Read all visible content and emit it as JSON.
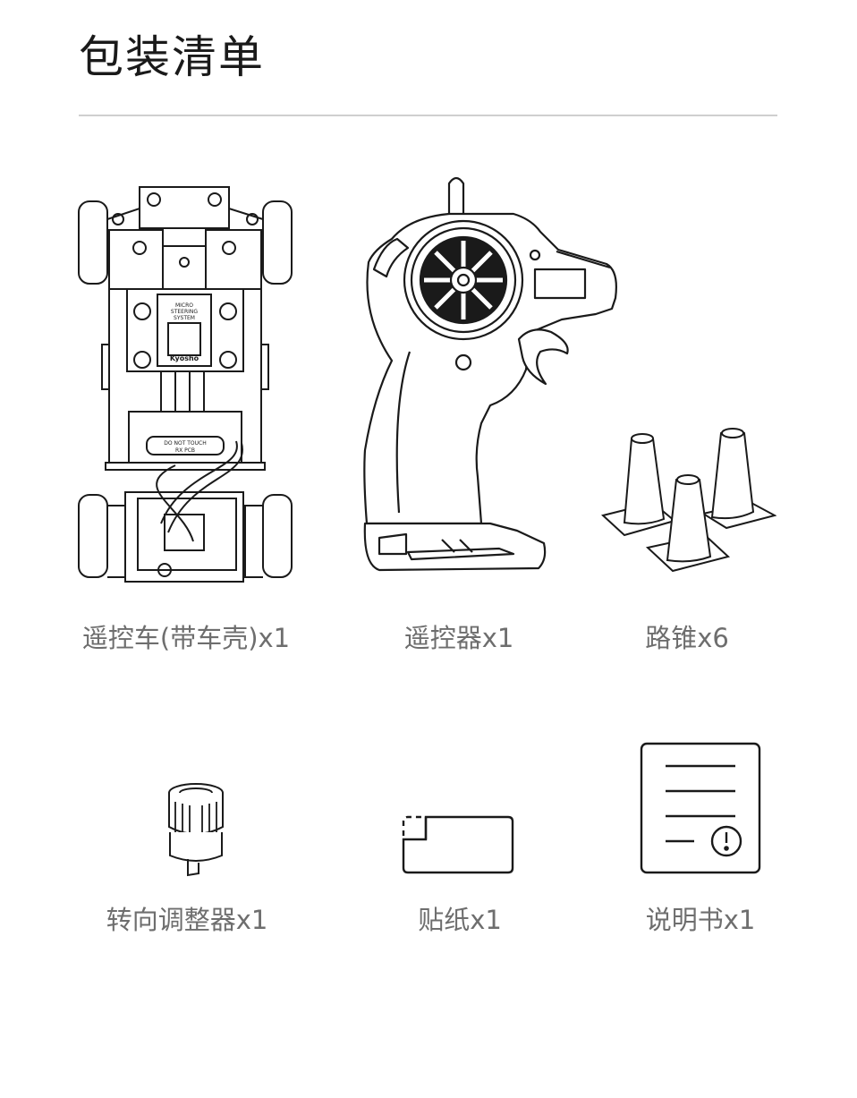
{
  "page": {
    "title": "包装清单"
  },
  "items": [
    {
      "label": "遥控车(带车壳)x1",
      "icon": "rc-car-chassis-icon"
    },
    {
      "label": "遥控器x1",
      "icon": "transmitter-icon"
    },
    {
      "label": "路锥x6",
      "icon": "traffic-cone-icon"
    },
    {
      "label": "转向调整器x1",
      "icon": "steering-adjuster-icon"
    },
    {
      "label": "贴纸x1",
      "icon": "sticker-icon"
    },
    {
      "label": "说明书x1",
      "icon": "manual-icon"
    }
  ],
  "car_labels": {
    "chip_text_1": "MICRO",
    "chip_text_2": "STEERING",
    "chip_text_3": "SYSTEM",
    "brand": "Kyosho",
    "warn_1": "DO NOT TOUCH",
    "warn_2": "RX PCB"
  }
}
